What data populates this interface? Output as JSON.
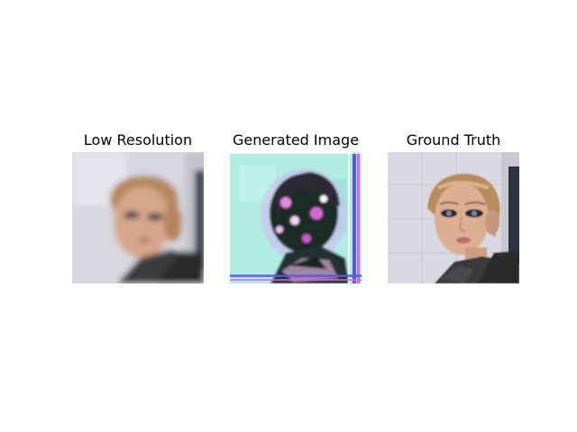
{
  "panels": [
    {
      "title": "Low Resolution"
    },
    {
      "title": "Generated Image"
    },
    {
      "title": "Ground Truth"
    }
  ],
  "colors": {
    "background": "#ffffff",
    "tile_wall": "#d8d8e2",
    "skin": "#d9a78c",
    "hair": "#b88a5e",
    "jacket": "#3a3a3c",
    "generated_base": "#a8ece0",
    "generated_dark": "#1f2b27",
    "generated_magenta": "#d36ad0",
    "generated_blue": "#5b54e8"
  }
}
